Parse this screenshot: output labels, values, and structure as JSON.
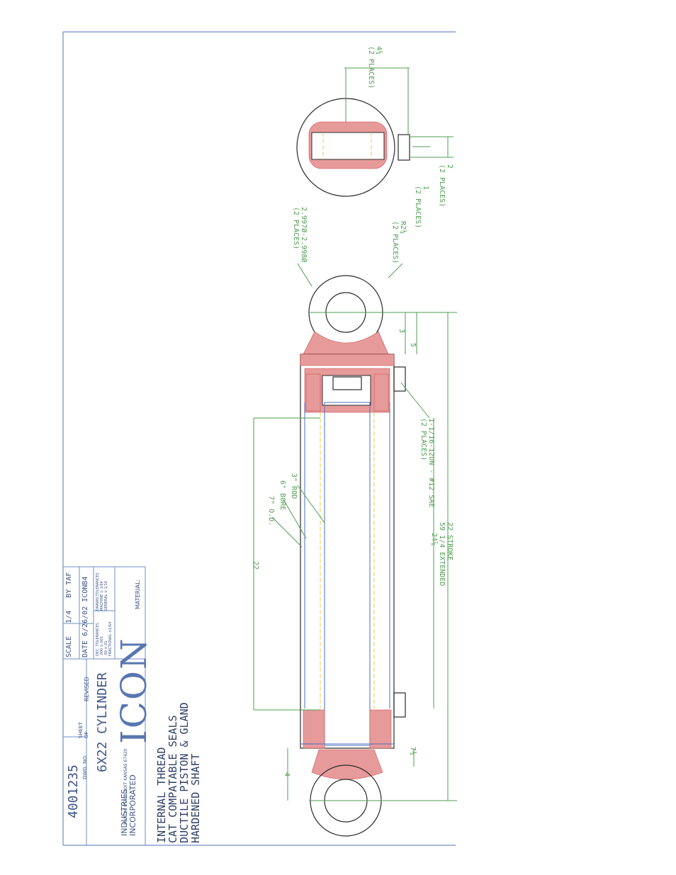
{
  "notes": [
    "INTERNAL THREAD",
    "CAT COMPATABLE SEALS",
    "DUCTILE PISTON & GLAND",
    "HARDENED SHAFT"
  ],
  "company": {
    "logo": "ICON",
    "name_line1": "INDUSTRIES",
    "name_line2": "INCORPORATED",
    "address": "1600 W. 8TH  BELOIT KANSAS 67420"
  },
  "title_block": {
    "title": "6X22 CYLINDER",
    "material_label": "MATERIAL:",
    "tol_left": [
      "DRAWN TOLERANCES",
      "MACHINE ± 1/64",
      "GENERAL ± 1/16"
    ],
    "tol_right": [
      "DEC. TOLERANCES",
      ".000   ±.001",
      ".00    ±.01",
      "FRACTIONAL ±1/64"
    ],
    "date_label": "DATE",
    "date": "6/26/02",
    "file": "ICONB4",
    "scale_label": "SCALE",
    "scale": "1/4",
    "by_label": "BY",
    "by": "TAF",
    "revised_label": "REVISED",
    "sheet_label": "SHEET",
    "of_label": "OF",
    "dwg_no_label": "DWG. NO.",
    "dwg_no": "4001235"
  },
  "dimensions": {
    "top_43": "4¾",
    "top_43_places": "(2 PLACES)",
    "top_2": "2",
    "top_2_places": "(2 PLACES)",
    "top_1": "1",
    "top_1_places": "(2 PLACES)",
    "bore_pin": "2.997Ø-2.998Ø",
    "bore_pin_places": "(2 PLACES)",
    "r2": "R2¾",
    "r2_places": "(2 PLACES)",
    "d3": "3",
    "d5": "5",
    "port": "1-1/16-12UN - #12 SAE",
    "port_places": "(2 PLACES)",
    "rod": "3\" ROD",
    "bore": "6\" BORE",
    "od": "7\" O.D.",
    "stroke22": "22",
    "length_extended": "59 1/4 EXTENDED",
    "stroke_label": "22 STROKE",
    "d24": "24⅞",
    "d7": "7⅜",
    "d4": "4"
  }
}
